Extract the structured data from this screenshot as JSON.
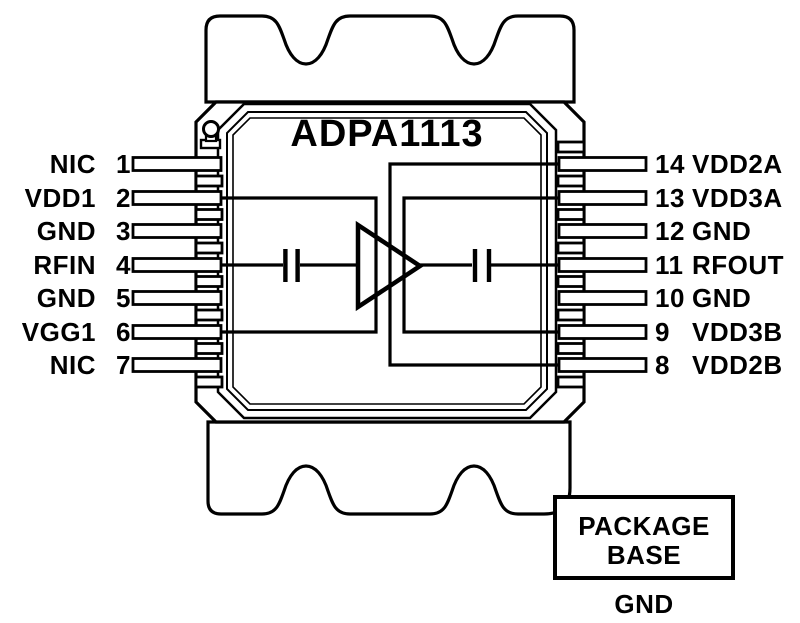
{
  "diagram": {
    "title": "ADPA1113",
    "pins": {
      "left": [
        {
          "num": "1",
          "name": "NIC"
        },
        {
          "num": "2",
          "name": "VDD1"
        },
        {
          "num": "3",
          "name": "GND"
        },
        {
          "num": "4",
          "name": "RFIN"
        },
        {
          "num": "5",
          "name": "GND"
        },
        {
          "num": "6",
          "name": "VGG1"
        },
        {
          "num": "7",
          "name": "NIC"
        }
      ],
      "right": [
        {
          "num": "14",
          "name": "VDD2A"
        },
        {
          "num": "13",
          "name": "VDD3A"
        },
        {
          "num": "12",
          "name": "GND"
        },
        {
          "num": "11",
          "name": "RFOUT"
        },
        {
          "num": "10",
          "name": "GND"
        },
        {
          "num": "9",
          "name": "VDD3B"
        },
        {
          "num": "8",
          "name": "VDD2B"
        }
      ]
    },
    "package_base": {
      "line1": "PACKAGE",
      "line2": "BASE",
      "ground": "GND"
    },
    "colors": {
      "line": "#000000",
      "background": "#ffffff"
    }
  }
}
